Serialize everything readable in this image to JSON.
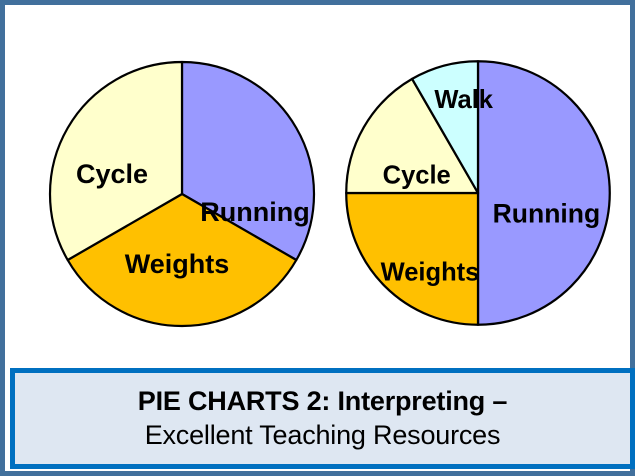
{
  "frame": {
    "border_color": "#41709C",
    "background": "#ffffff"
  },
  "banner": {
    "line1": "PIE CHARTS 2: Interpreting –",
    "line2": "Excellent Teaching Resources",
    "border_color": "#0070C0",
    "fill_color": "#DEE7F2",
    "text_color": "#000000"
  },
  "palette": {
    "running": "#9999FF",
    "weights": "#FFC000",
    "cycle": "#FFFFCC",
    "walk": "#CCFFFF",
    "outline": "#000000"
  },
  "chart_data": [
    {
      "type": "pie",
      "title": "",
      "name": "pie-chart-left",
      "center": [
        145,
        145
      ],
      "radius": 132,
      "start_angle": 0,
      "direction": "clockwise",
      "legend": "none",
      "labels_inside": true,
      "categories": [
        "Running",
        "Weights",
        "Cycle"
      ],
      "values": [
        1,
        1,
        1
      ],
      "percentages": [
        33.3,
        33.3,
        33.3
      ],
      "angles_deg": [
        120,
        120,
        120
      ],
      "colors": [
        "#9999FF",
        "#FFC000",
        "#FFFFCC"
      ],
      "label_positions": [
        [
          73,
          20
        ],
        [
          -5,
          72
        ],
        [
          -70,
          -18
        ]
      ],
      "label_font_sizes": [
        27,
        27,
        27
      ]
    },
    {
      "type": "pie",
      "title": "",
      "name": "pie-chart-right",
      "center": [
        140,
        140
      ],
      "radius": 129,
      "start_angle": 0,
      "direction": "clockwise",
      "legend": "none",
      "labels_inside": true,
      "categories": [
        "Running",
        "Weights",
        "Cycle",
        "Walk"
      ],
      "values": [
        6,
        3,
        2,
        1
      ],
      "percentages": [
        50,
        25,
        16.7,
        8.3
      ],
      "angles_deg": [
        180,
        90,
        60,
        30
      ],
      "colors": [
        "#9999FF",
        "#FFC000",
        "#FFFFCC",
        "#CCFFFF"
      ],
      "label_positions": [
        [
          67,
          22
        ],
        [
          -47,
          79
        ],
        [
          -60,
          -16
        ],
        [
          -14,
          -90
        ]
      ],
      "label_font_sizes": [
        26,
        25,
        25,
        25
      ]
    }
  ]
}
